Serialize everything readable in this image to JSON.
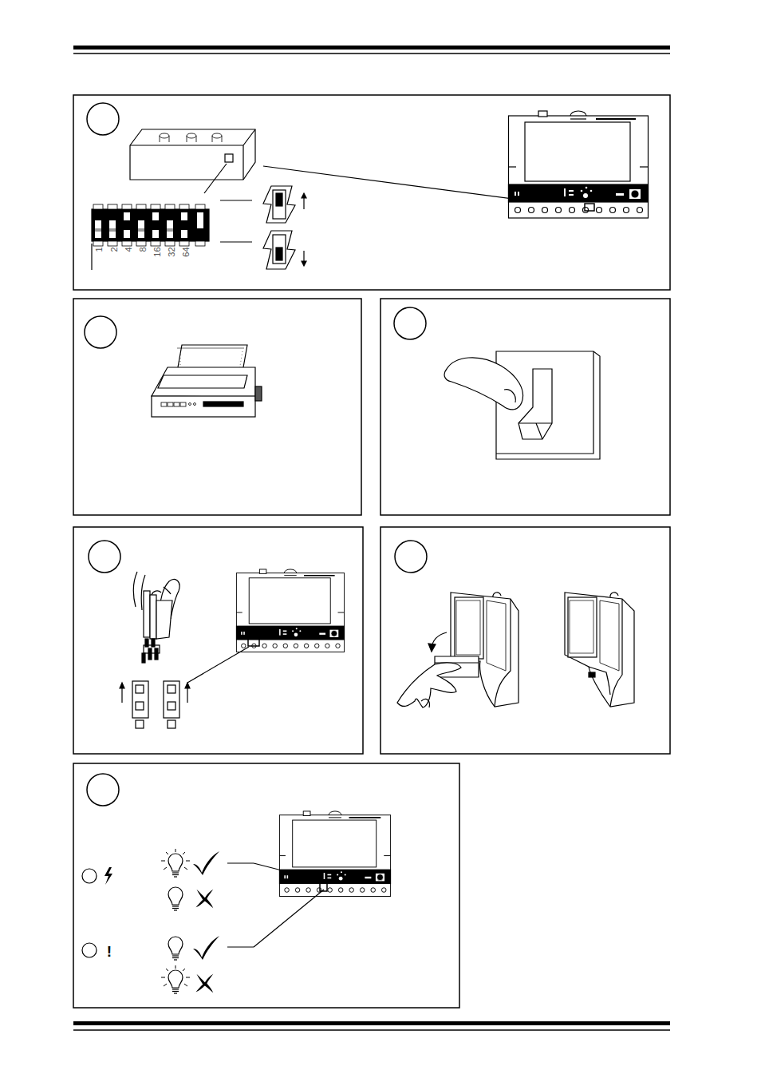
{
  "diagram": {
    "labels": [
      "1",
      "2",
      "4",
      "8",
      "16",
      "32",
      "64",
      "!"
    ]
  }
}
